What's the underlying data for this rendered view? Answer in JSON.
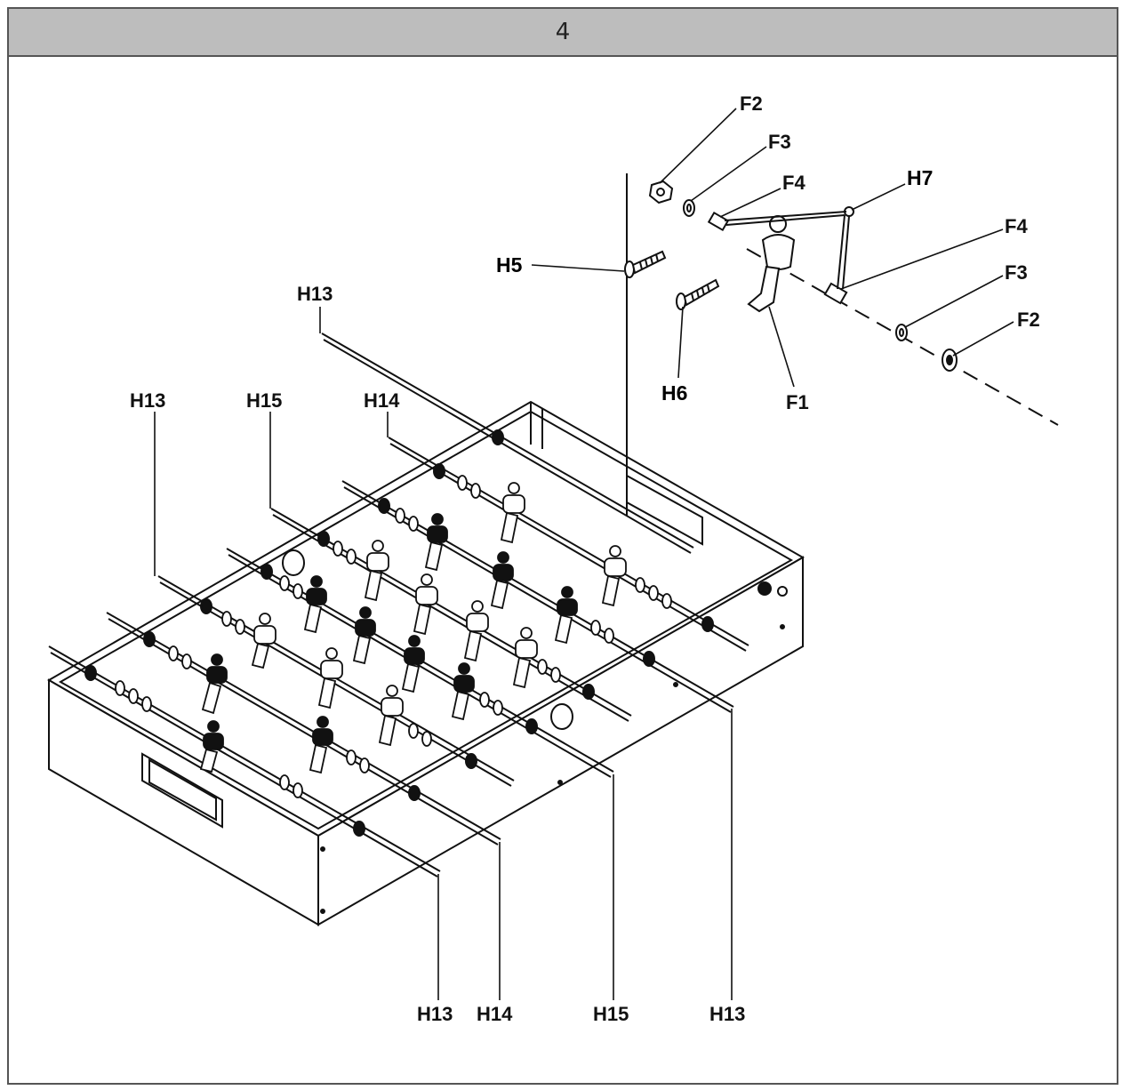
{
  "page": {
    "step_number": "4"
  },
  "parts": {
    "F1": "F1",
    "F2": "F2",
    "F3": "F3",
    "F4": "F4",
    "H5": "H5",
    "H6": "H6",
    "H7": "H7",
    "H13": "H13",
    "H14": "H14",
    "H15": "H15"
  },
  "colors": {
    "line": "#111111",
    "header": "#bdbdbd",
    "border": "#555555"
  }
}
